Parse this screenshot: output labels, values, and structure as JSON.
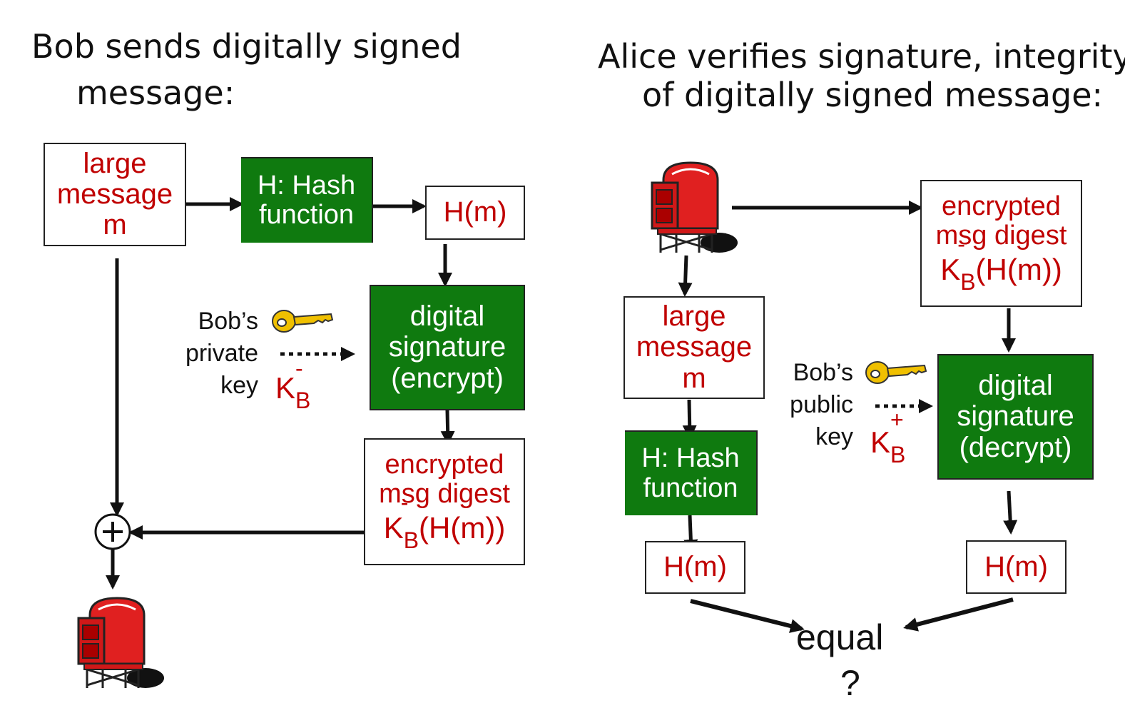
{
  "left": {
    "title_line1": "Bob sends digitally signed",
    "title_line2": "message:",
    "large_message": [
      "large",
      "message",
      "m"
    ],
    "hash_function": [
      "H: Hash",
      "function"
    ],
    "hm": "H(m)",
    "digital_signature": [
      "digital",
      "signature",
      "(encrypt)"
    ],
    "key_label": [
      "Bob’s",
      "private",
      "key"
    ],
    "key_K": "K",
    "key_sub": "B",
    "key_sup": "-",
    "encrypted_digest": [
      "encrypted",
      "msg digest"
    ],
    "digest_formula": {
      "K": "K",
      "sub": "B",
      "sup": "-",
      "rest": "(H(m))"
    },
    "plus_symbol": "+"
  },
  "right": {
    "title_line1": "Alice verifies signature, integrity",
    "title_line2": "of digitally signed message:",
    "encrypted_digest": [
      "encrypted",
      "msg digest"
    ],
    "digest_formula": {
      "K": "K",
      "sub": "B",
      "sup": "-",
      "rest": "(H(m))"
    },
    "large_message": [
      "large",
      "message",
      "m"
    ],
    "key_label": [
      "Bob’s",
      "public",
      "key"
    ],
    "key_K": "K",
    "key_sub": "B",
    "key_sup": "+",
    "digital_signature": [
      "digital",
      "signature",
      "(decrypt)"
    ],
    "hash_function": [
      "H: Hash",
      "function"
    ],
    "hm_left": "H(m)",
    "hm_right": "H(m)",
    "equal": "equal",
    "question": "?"
  },
  "colors": {
    "green": "#0f7a0f",
    "red_text": "#c00000",
    "mailbox_red": "#e02020",
    "key_gold": "#f0c000"
  },
  "icons": [
    "mailbox-icon",
    "key-icon"
  ]
}
